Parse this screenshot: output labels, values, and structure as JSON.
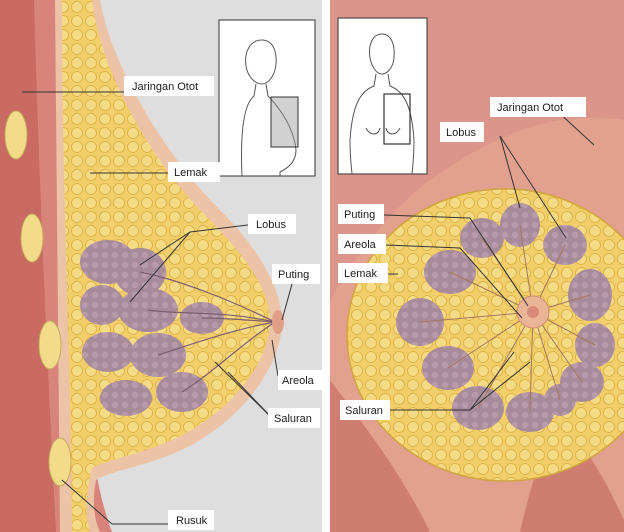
{
  "left_panel": {
    "labels": {
      "jaringan_otot": "Jaringan Otot",
      "lemak": "Lemak",
      "lobus": "Lobus",
      "puting": "Puting",
      "areola": "Areola",
      "saluran": "Saluran",
      "rusuk": "Rusuk"
    },
    "inset_icon": "woman-side-silhouette-icon"
  },
  "right_panel": {
    "labels": {
      "jaringan_otot": "Jaringan Otot",
      "lobus": "Lobus",
      "puting": "Puting",
      "areola": "Areola",
      "lemak": "Lemak",
      "saluran": "Saluran"
    },
    "inset_icon": "woman-front-silhouette-icon"
  },
  "colors": {
    "muscle": "#d9847a",
    "fat": "#f2cf6a",
    "lobule": "#a98a9c",
    "skin": "#ecc3a6",
    "background": "#dedede"
  }
}
